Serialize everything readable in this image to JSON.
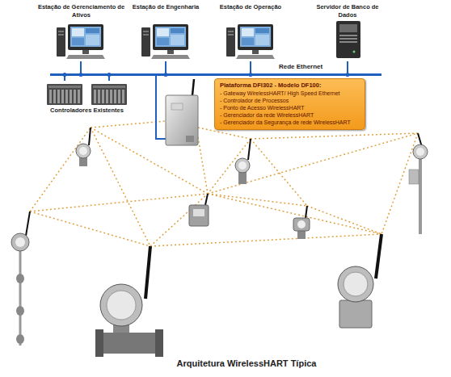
{
  "diagram": {
    "caption": "Arquitetura WirelessHART Típica",
    "nodes": [
      {
        "text": [
          "Estação de Gerenciamento de Ativos"
        ]
      },
      {
        "text": [
          "Estação de Engenharia"
        ]
      },
      {
        "text": [
          "Estação de Operação"
        ]
      },
      {
        "text": [
          "Servidor de Banco de Dados"
        ]
      },
      {
        "text": [
          "Rede Ethernet"
        ]
      },
      {
        "text": [
          "Controladores Existentes"
        ]
      },
      {
        "text": [
          "Plataforma DFI302 - Modelo DF100:",
          "- Gateway WirelessHART/ High Speed Ethernet",
          "- Controlador de Processos",
          "- Ponto de Acesso WirelessHART",
          "- Gerenciador da rede WirelessHART",
          "- Gerenciador da Segurança de rede WirelessHART"
        ]
      }
    ],
    "edges": [
      {
        "from": 0,
        "to": 4,
        "arrow": "none"
      },
      {
        "from": 1,
        "to": 4,
        "arrow": "none"
      },
      {
        "from": 2,
        "to": 4,
        "arrow": "none"
      },
      {
        "from": 3,
        "to": 4,
        "arrow": "none"
      },
      {
        "from": 4,
        "to": 5,
        "arrow": "none"
      },
      {
        "from": 4,
        "to": 5,
        "arrow": "none"
      }
    ]
  }
}
